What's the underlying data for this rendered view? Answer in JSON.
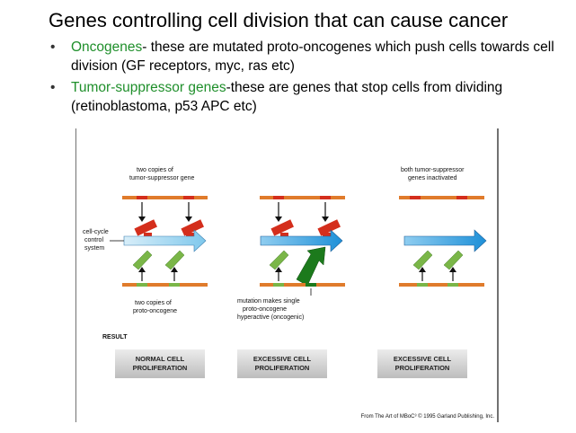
{
  "slide": {
    "title": "Genes controlling cell division that can cause cancer",
    "bullets": [
      {
        "symbol": "•",
        "term": "Oncogenes",
        "rest": "- these are mutated proto-oncogenes which push cells towards cell division (GF receptors, myc, ras etc)"
      },
      {
        "symbol": "•",
        "term": "Tumor-suppressor genes",
        "rest": "-these are genes that stop cells from dividing (retinoblastoma, p53 APC etc)"
      }
    ]
  },
  "figure": {
    "colors": {
      "suppressor": "#d42e1c",
      "oncogene": "#7ab648",
      "cycle_normal": "#7fc8ec",
      "cycle_excess": "#1e90d8",
      "result_box": "#c8c8c8"
    },
    "labels": {
      "two_copies_suppressor_1": "two copies of",
      "two_copies_suppressor_2": "tumor-suppressor gene",
      "cell_cycle_1": "cell-cycle",
      "cell_cycle_2": "control",
      "cell_cycle_3": "system",
      "two_copies_proto_1": "two copies of",
      "two_copies_proto_2": "proto-oncogene",
      "mutation_1": "mutation makes single",
      "mutation_2": "proto-oncogene",
      "mutation_3": "hyperactive (oncogenic)",
      "both_inactivated_1": "both tumor-suppressor",
      "both_inactivated_2": "genes inactivated",
      "result": "RESULT",
      "credit": "From The Art of MBoC³ © 1995 Garland Publishing, Inc."
    },
    "results": [
      {
        "line1": "NORMAL CELL",
        "line2": "PROLIFERATION"
      },
      {
        "line1": "EXCESSIVE CELL",
        "line2": "PROLIFERATION"
      },
      {
        "line1": "EXCESSIVE CELL",
        "line2": "PROLIFERATION"
      }
    ]
  }
}
